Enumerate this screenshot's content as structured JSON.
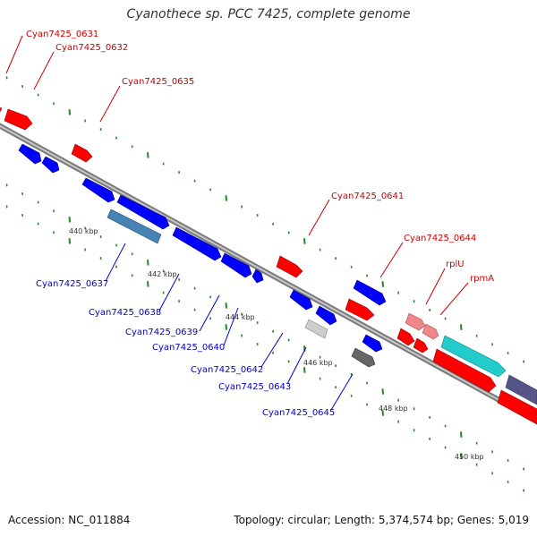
{
  "title": "Cyanothece sp. PCC 7425, complete genome",
  "footer": {
    "accession": "Accession: NC_011884",
    "summary": "Topology: circular; Length: 5,374,574 bp; Genes: 5,019"
  },
  "colors": {
    "forward_gene": "#ff0000",
    "reverse_gene": "#0000ff",
    "label_forward": "#cc0000",
    "label_reverse": "#0000cc",
    "backbone": "#888888",
    "tick": "#228b22"
  },
  "scale_labels": [
    "440 kbp",
    "442 kbp",
    "444 kbp",
    "446 kbp",
    "448 kbp",
    "450 kbp"
  ],
  "gene_labels_top": [
    "Cyan7425_0631",
    "Cyan7425_0632",
    "Cyan7425_0635",
    "Cyan7425_0641",
    "Cyan7425_0644",
    "rplU",
    "rpmA"
  ],
  "gene_labels_bottom": [
    "Cyan7425_0637",
    "Cyan7425_0638",
    "Cyan7425_0639",
    "Cyan7425_0640",
    "Cyan7425_0642",
    "Cyan7425_0643",
    "Cyan7425_0645"
  ]
}
